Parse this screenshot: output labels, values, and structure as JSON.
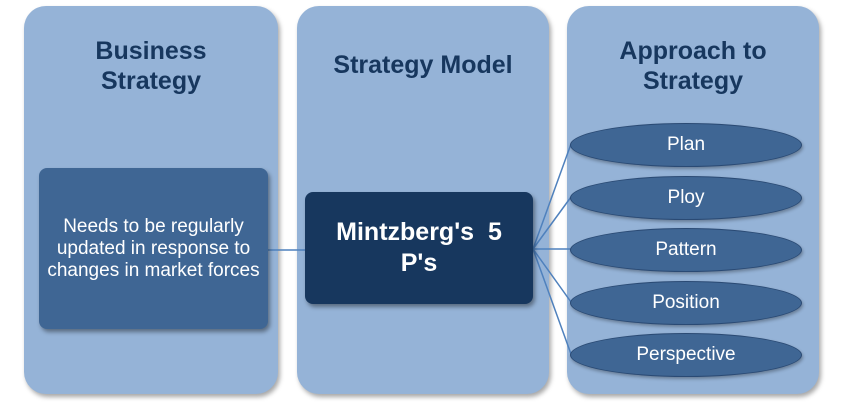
{
  "columns": [
    {
      "title": "Business\nStrategy"
    },
    {
      "title": "Strategy Model"
    },
    {
      "title": "Approach to\nStrategy"
    }
  ],
  "left_box_text": "Needs to be regularly updated in response to changes in market forces",
  "center_box_text": "Mintzberg's  5 P's",
  "approaches": [
    "Plan",
    "Ploy",
    "Pattern",
    "Position",
    "Perspective"
  ],
  "colors": {
    "panel": "#95b3d7",
    "title": "#17375e",
    "box_medium": "#3f6694",
    "box_dark": "#17375e",
    "connector": "#4f81bd"
  }
}
